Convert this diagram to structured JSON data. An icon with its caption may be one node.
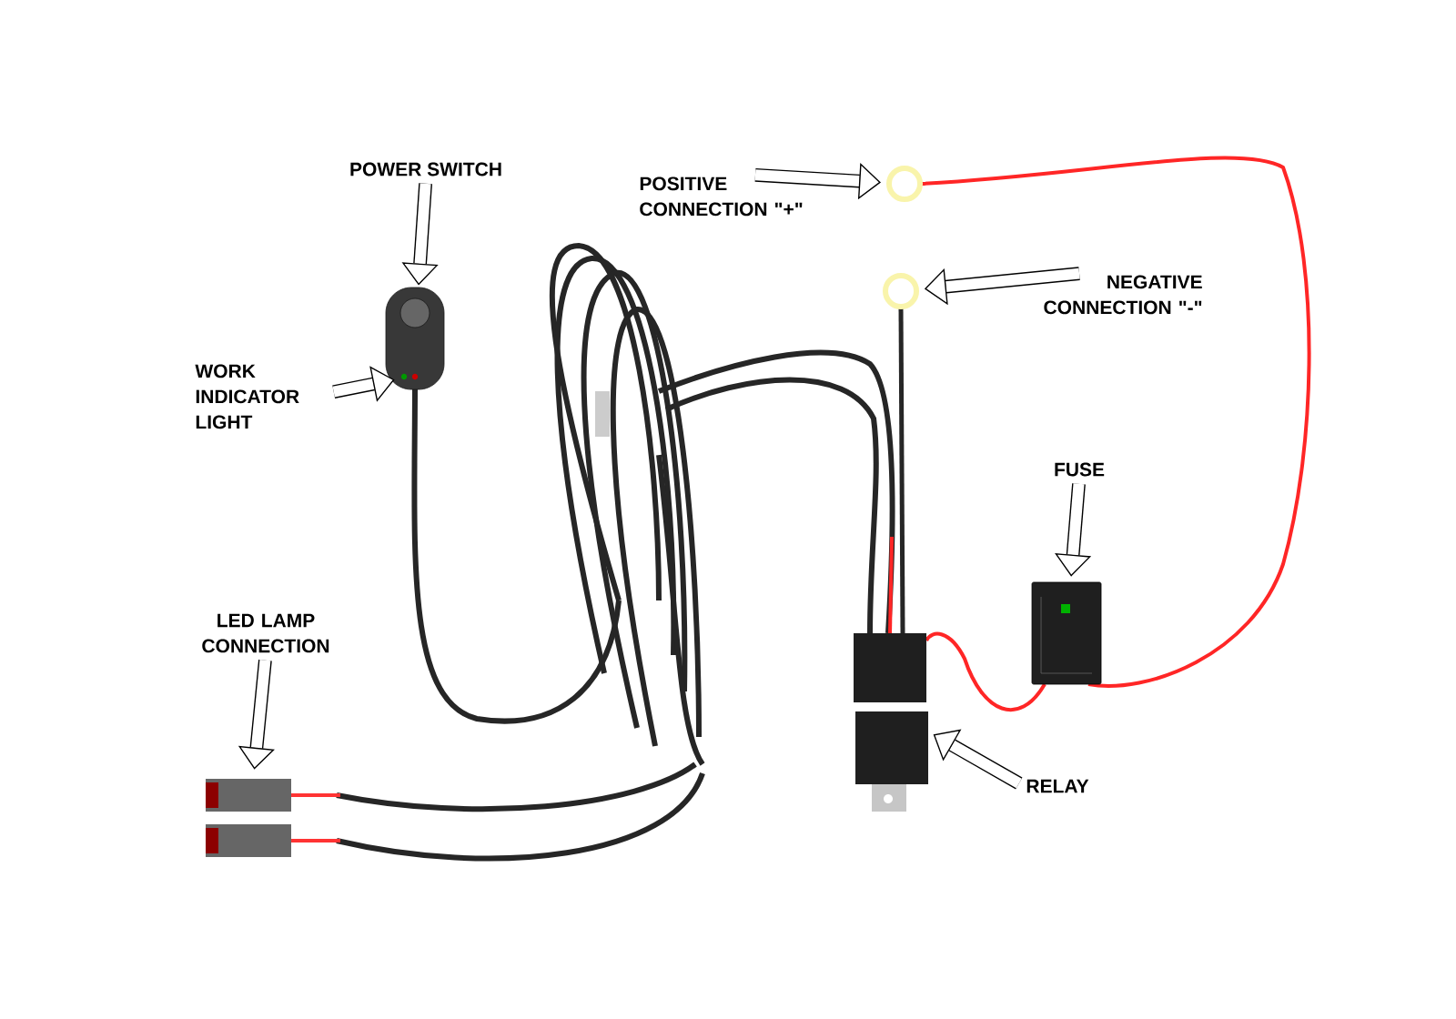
{
  "diagram": {
    "nodes": [
      {
        "text": [
          "POWER SWITCH"
        ]
      },
      {
        "text": [],
        "shape": "picture"
      },
      {
        "text": [
          "WORK INDICATOR LIGHT"
        ]
      },
      {
        "text": [],
        "shape": "picture",
        "in": 1
      },
      {
        "text": [
          "POSITIVE CONNECTION \"+\""
        ]
      },
      {
        "text": [],
        "shape": "circle"
      },
      {
        "text": [
          "NEGATIVE CONNECTION \"-\""
        ]
      },
      {
        "text": [],
        "shape": "circle"
      },
      {
        "text": [
          "FUSE"
        ]
      },
      {
        "text": [],
        "shape": "picture"
      },
      {
        "text": [],
        "shape": "picture"
      },
      {
        "text": [
          "RELAY"
        ]
      },
      {
        "text": [
          "LED LAMP CONNECTION"
        ]
      },
      {
        "text": [],
        "shape": "picture"
      }
    ],
    "edges": [
      {
        "from": 0,
        "to": 1,
        "arrow": "to"
      },
      {
        "from": 2,
        "to": 3,
        "arrow": "to"
      },
      {
        "from": 4,
        "to": 5,
        "arrow": "to"
      },
      {
        "from": 6,
        "to": 7,
        "arrow": "to"
      },
      {
        "from": 8,
        "to": 9,
        "arrow": "to"
      },
      {
        "from": 11,
        "to": 10,
        "arrow": "to"
      },
      {
        "from": 12,
        "to": 13,
        "arrow": "to"
      }
    ]
  }
}
